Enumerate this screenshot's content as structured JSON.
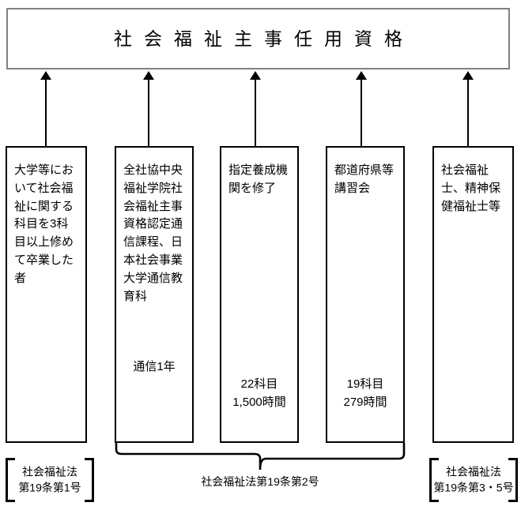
{
  "title": {
    "text": "社会福祉主事任用資格"
  },
  "columns": [
    {
      "id": "university",
      "heading": "大学等において社会福祉に関する科目を3科目以上修めて卒業した者",
      "sub": ""
    },
    {
      "id": "correspondence-course",
      "heading": "全社協中央福祉学院社会福祉主事資格認定通信課程、日本社会事業大学通信教育科",
      "sub": "通信1年"
    },
    {
      "id": "designated-training",
      "heading": "指定養成機関を修了",
      "sub": "22科目\n1,500時間"
    },
    {
      "id": "prefectural-seminar",
      "heading": "都道府県等講習会",
      "sub": "19科目\n279時間"
    },
    {
      "id": "licensed-worker",
      "heading": "社会福祉士、精神保健福祉士等",
      "sub": ""
    }
  ],
  "footnotes": {
    "left": "社会福祉法\n第19条第1号",
    "center": "社会福祉法第19条第2号",
    "right": "社会福祉法\n第19条第3・5号"
  },
  "colors": {
    "title_border": "#808080",
    "box_border": "#000000",
    "text": "#000000",
    "background": "#ffffff"
  }
}
